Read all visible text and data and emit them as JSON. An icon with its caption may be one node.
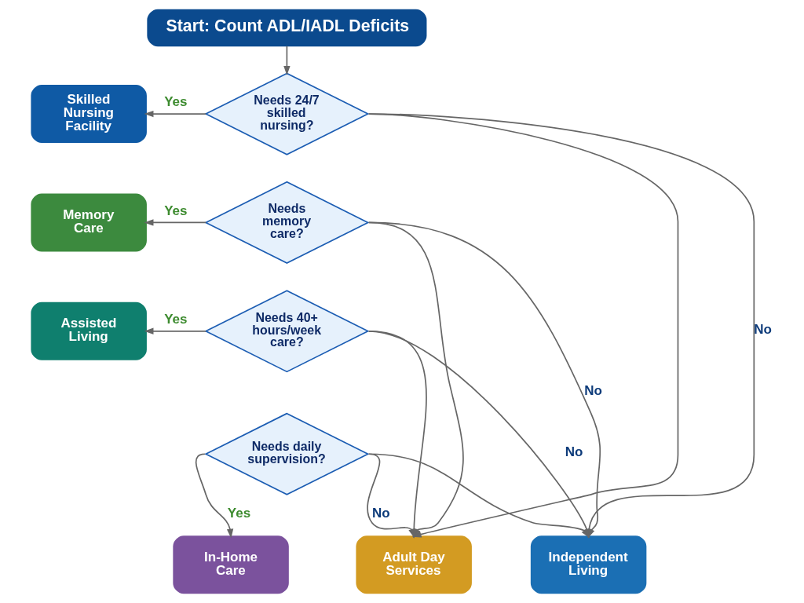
{
  "diagram": {
    "nodes": [
      {
        "text": [
          "Start: Count ADL/IADL Deficits"
        ]
      },
      {
        "text": [
          "Skilled Nursing Facility"
        ]
      },
      {
        "text": [
          "Needs 24/7 skilled nursing?"
        ]
      },
      {
        "text": [
          "Memory Care"
        ]
      },
      {
        "text": [
          "Needs memory care?"
        ]
      },
      {
        "text": [
          "Assisted Living"
        ]
      },
      {
        "text": [
          "Needs 40+ hours/week care?"
        ]
      },
      {
        "text": [
          "Needs daily supervision?"
        ]
      },
      {
        "text": [
          "In-Home Care"
        ]
      },
      {
        "text": [
          "Adult Day Services"
        ]
      },
      {
        "text": [
          "Independent Living"
        ]
      }
    ],
    "edges": [
      {
        "from": 0,
        "to": 2,
        "arrow": "to"
      },
      {
        "from": 2,
        "to": 1,
        "arrow": "to",
        "label": "Yes"
      },
      {
        "from": 2,
        "to": 10,
        "arrow": "to",
        "label": "No"
      },
      {
        "from": 2,
        "to": 9,
        "arrow": "to"
      },
      {
        "from": 4,
        "to": 3,
        "arrow": "to",
        "label": "Yes"
      },
      {
        "from": 4,
        "to": 10,
        "arrow": "to",
        "label": "No"
      },
      {
        "from": 4,
        "to": 9,
        "arrow": "to"
      },
      {
        "from": 6,
        "to": 5,
        "arrow": "to",
        "label": "Yes"
      },
      {
        "from": 6,
        "to": 10,
        "arrow": "to",
        "label": "No"
      },
      {
        "from": 6,
        "to": 9,
        "arrow": "to"
      },
      {
        "from": 7,
        "to": 8,
        "arrow": "to",
        "label": "Yes"
      },
      {
        "from": 7,
        "to": 9,
        "arrow": "to",
        "label": "No"
      },
      {
        "from": 7,
        "to": 10,
        "arrow": "to"
      }
    ]
  }
}
